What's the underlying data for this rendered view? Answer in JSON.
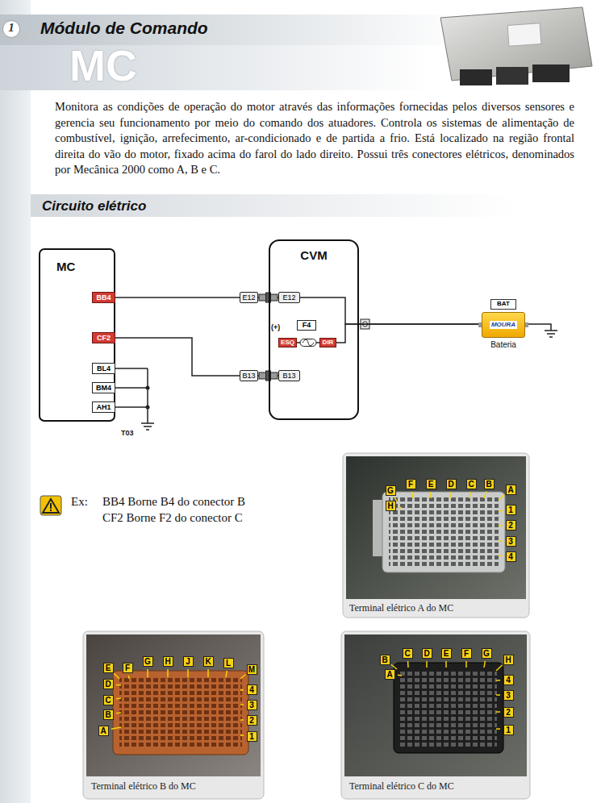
{
  "diagram": {
    "title": "Módulo de Comando",
    "nodes": [
      {
        "text": [
          "MC"
        ]
      },
      {
        "text": [
          "BB4"
        ],
        "in": 0
      },
      {
        "text": [
          "CF2"
        ],
        "in": 0
      },
      {
        "text": [
          "BL4"
        ],
        "in": 0
      },
      {
        "text": [
          "BM4"
        ],
        "in": 0
      },
      {
        "text": [
          "AH1"
        ],
        "in": 0
      },
      {
        "text": [
          "E12"
        ]
      },
      {
        "text": [
          "CVM"
        ]
      },
      {
        "text": [
          "E12"
        ],
        "in": 7
      },
      {
        "text": [
          "F4"
        ],
        "in": 7
      },
      {
        "text": [
          "ESQ"
        ],
        "in": 7
      },
      {
        "text": [
          "DIR"
        ],
        "in": 7
      },
      {
        "text": [
          "B13"
        ]
      },
      {
        "text": [
          "B13"
        ],
        "in": 7
      },
      {
        "text": [
          "BAT",
          "MOURA",
          "Bateria"
        ]
      }
    ],
    "edges": [
      {
        "from": 1,
        "to": 6,
        "arrow": "none"
      },
      {
        "from": 2,
        "to": 12,
        "arrow": "none"
      },
      {
        "from": 8,
        "to": 14,
        "arrow": "none"
      },
      {
        "from": 11,
        "to": 14,
        "arrow": "none"
      },
      {
        "from": 6,
        "to": 8,
        "arrow": "none"
      },
      {
        "from": 12,
        "to": 13,
        "arrow": "none"
      },
      {
        "from": 10,
        "to": 11,
        "arrow": "none"
      }
    ],
    "labels": [
      "1",
      "MC",
      "Monitora as condições de operação do motor através das informações fornecidas pelos diversos sensores e gerencia seu funcionamento por meio do comando dos atuadores. Controla os sistemas de alimentação de combustível, ignição, arrefecimento, ar-condicionado e de partida a frio. Está localizado na região frontal direita do vão do motor, fixado acima do farol do lado direito. Possui três conectores elétricos, denominados por Mecânica 2000 como A, B e C.",
      "Circuito elétrico",
      "(+)",
      "T03",
      "Ex:",
      "BB4 Borne B4 do conector B",
      "CF2 Borne F2 do conector C",
      "G",
      "F",
      "E",
      "D",
      "C",
      "B",
      "A",
      "H",
      "1",
      "2",
      "3",
      "4",
      "Terminal elétrico A do MC",
      "E",
      "F",
      "G",
      "H",
      "J",
      "K",
      "L",
      "M",
      "D",
      "C",
      "B",
      "A",
      "4",
      "3",
      "2",
      "1",
      "Terminal elétrico B do MC",
      "B",
      "C",
      "D",
      "E",
      "F",
      "G",
      "H",
      "A",
      "4",
      "3",
      "2",
      "1",
      "Terminal elétrico C do MC"
    ]
  }
}
